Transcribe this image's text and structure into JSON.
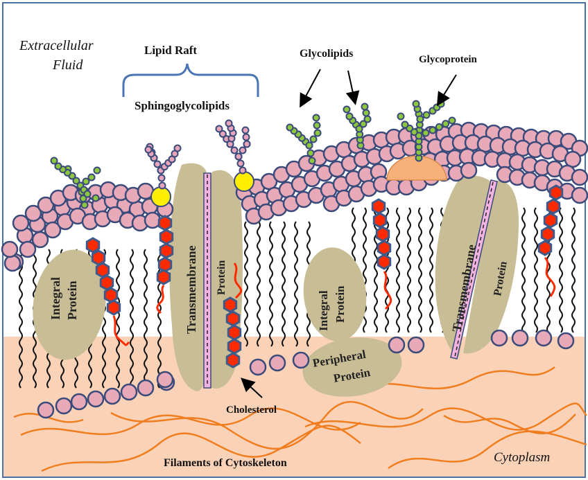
{
  "labels": {
    "extracellular_line1": "Extracellular",
    "extracellular_line2": "Fluid",
    "lipid_raft": "Lipid Raft",
    "sphingoglycolipids": "Sphingoglycolipids",
    "glycolipids": "Glycolipids",
    "glycoprotein": "Glycoprotein",
    "cholesterol": "Cholesterol",
    "filaments": "Filaments of Cytoskeleton",
    "cytoplasm": "Cytoplasm"
  },
  "proteins": {
    "integral_left_line1": "Integral",
    "integral_left_line2": "Protein",
    "transmembrane_left": "Transmembrane",
    "protein_left": "Protein",
    "integral_mid_line1": "Integral",
    "integral_mid_line2": "Protein",
    "peripheral_line1": "Peripheral",
    "peripheral_line2": "Protein",
    "transmembrane_right": "Transmembrane",
    "protein_right": "Protein"
  },
  "colors": {
    "cytoplasm": "#fad2b8",
    "phospholipid_head": "#e8aab8",
    "head_outline": "#3a4a7a",
    "protein": "#c9bd96",
    "cholesterol_ring": "#ff2a00",
    "cholesterol_outline": "#3e5a8a",
    "sugar_chain": "#8dc63f",
    "raft_sugar": "#e7a4ba",
    "filament": "#f07d1e",
    "raft_marker": "#ffee00",
    "glycoprotein_cap": "#f7b07a",
    "transmembrane_bar": "#f2b3e0",
    "frame": "#4a6fa5"
  }
}
